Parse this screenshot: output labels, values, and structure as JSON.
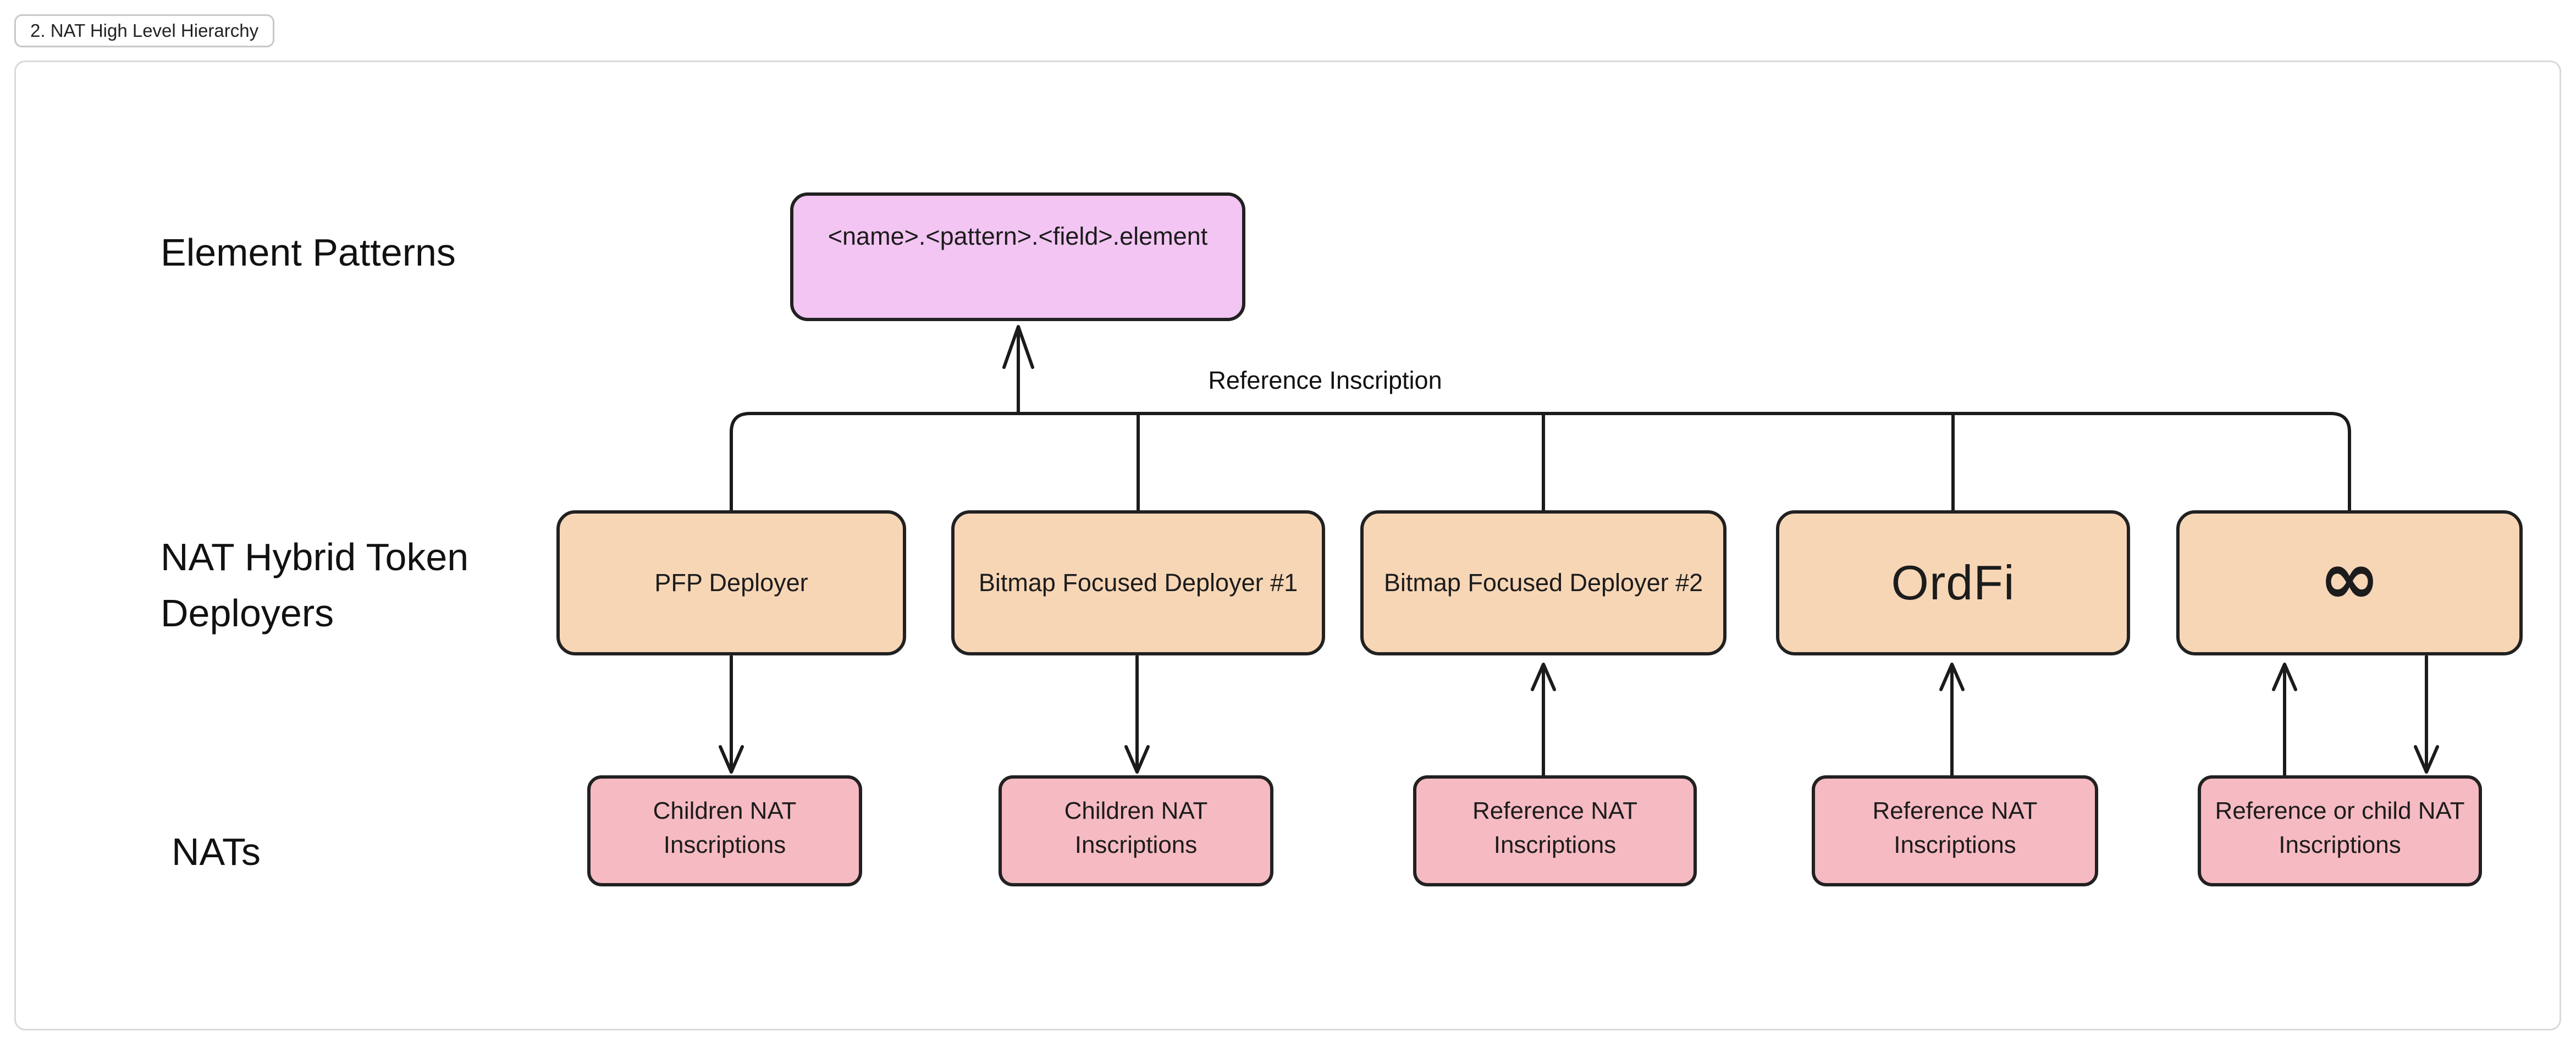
{
  "tab": {
    "label": "2. NAT High Level Hierarchy"
  },
  "row_labels": {
    "element_patterns": "Element Patterns",
    "deployers": "NAT Hybrid Token Deployers",
    "nats": "NATs"
  },
  "element_pattern_box": {
    "label": "<name>.<pattern>.<field>.element"
  },
  "reference_inscription_label": "Reference Inscription",
  "deployer_boxes": [
    {
      "label": "PFP Deployer"
    },
    {
      "label": "Bitmap Focused Deployer #1"
    },
    {
      "label": "Bitmap Focused Deployer #2"
    },
    {
      "label": "OrdFi"
    },
    {
      "label": "∞"
    }
  ],
  "nat_boxes": [
    {
      "label": "Children NAT Inscriptions"
    },
    {
      "label": "Children NAT Inscriptions"
    },
    {
      "label": "Reference NAT Inscriptions"
    },
    {
      "label": "Reference NAT Inscriptions"
    },
    {
      "label": "Reference or child NAT Inscriptions"
    }
  ],
  "colors": {
    "purple": "#f2c5f2",
    "peach": "#f7d6b6",
    "pink": "#f5bac2",
    "node_border": "#212121",
    "line": "#1b1b1b",
    "frame_border": "#d9d9d9",
    "tab_border": "#c9c9c9",
    "text": "#111111"
  }
}
